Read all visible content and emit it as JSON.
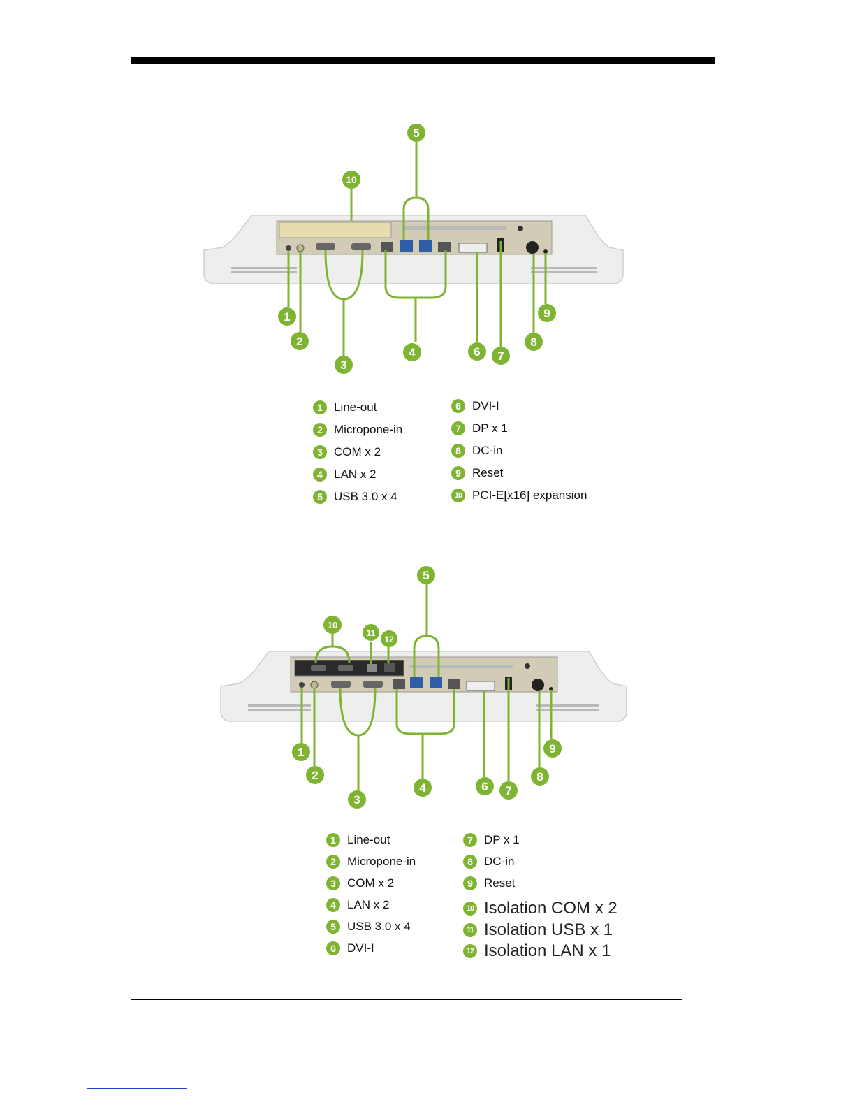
{
  "colors": {
    "accent": "#7fb432",
    "device_body": "#eeeeec",
    "panel": "#d2cbb6"
  },
  "figure1": {
    "callouts": [
      "1",
      "2",
      "3",
      "4",
      "5",
      "6",
      "7",
      "8",
      "9",
      "10"
    ],
    "legend": [
      {
        "num": "1",
        "label": "Line-out"
      },
      {
        "num": "2",
        "label": "Micropone-in"
      },
      {
        "num": "3",
        "label": "COM x 2"
      },
      {
        "num": "4",
        "label": "LAN x 2"
      },
      {
        "num": "5",
        "label": "USB 3.0 x 4"
      },
      {
        "num": "6",
        "label": "DVI-I"
      },
      {
        "num": "7",
        "label": "DP x 1"
      },
      {
        "num": "8",
        "label": "DC-in"
      },
      {
        "num": "9",
        "label": "Reset"
      },
      {
        "num": "10",
        "label": "PCI-E[x16] expansion"
      }
    ]
  },
  "figure2": {
    "callouts": [
      "1",
      "2",
      "3",
      "4",
      "5",
      "6",
      "7",
      "8",
      "9",
      "10",
      "11",
      "12"
    ],
    "legend": [
      {
        "num": "1",
        "label": "Line-out"
      },
      {
        "num": "2",
        "label": "Micropone-in"
      },
      {
        "num": "3",
        "label": "COM x 2"
      },
      {
        "num": "4",
        "label": "LAN x 2"
      },
      {
        "num": "5",
        "label": "USB 3.0 x 4"
      },
      {
        "num": "6",
        "label": "DVI-I"
      },
      {
        "num": "7",
        "label": "DP x 1"
      },
      {
        "num": "8",
        "label": "DC-in"
      },
      {
        "num": "9",
        "label": "Reset"
      },
      {
        "num": "10",
        "label": "Isolation COM x 2"
      },
      {
        "num": "11",
        "label": "Isolation USB x 1"
      },
      {
        "num": "12",
        "label": "Isolation LAN x 1"
      }
    ]
  }
}
